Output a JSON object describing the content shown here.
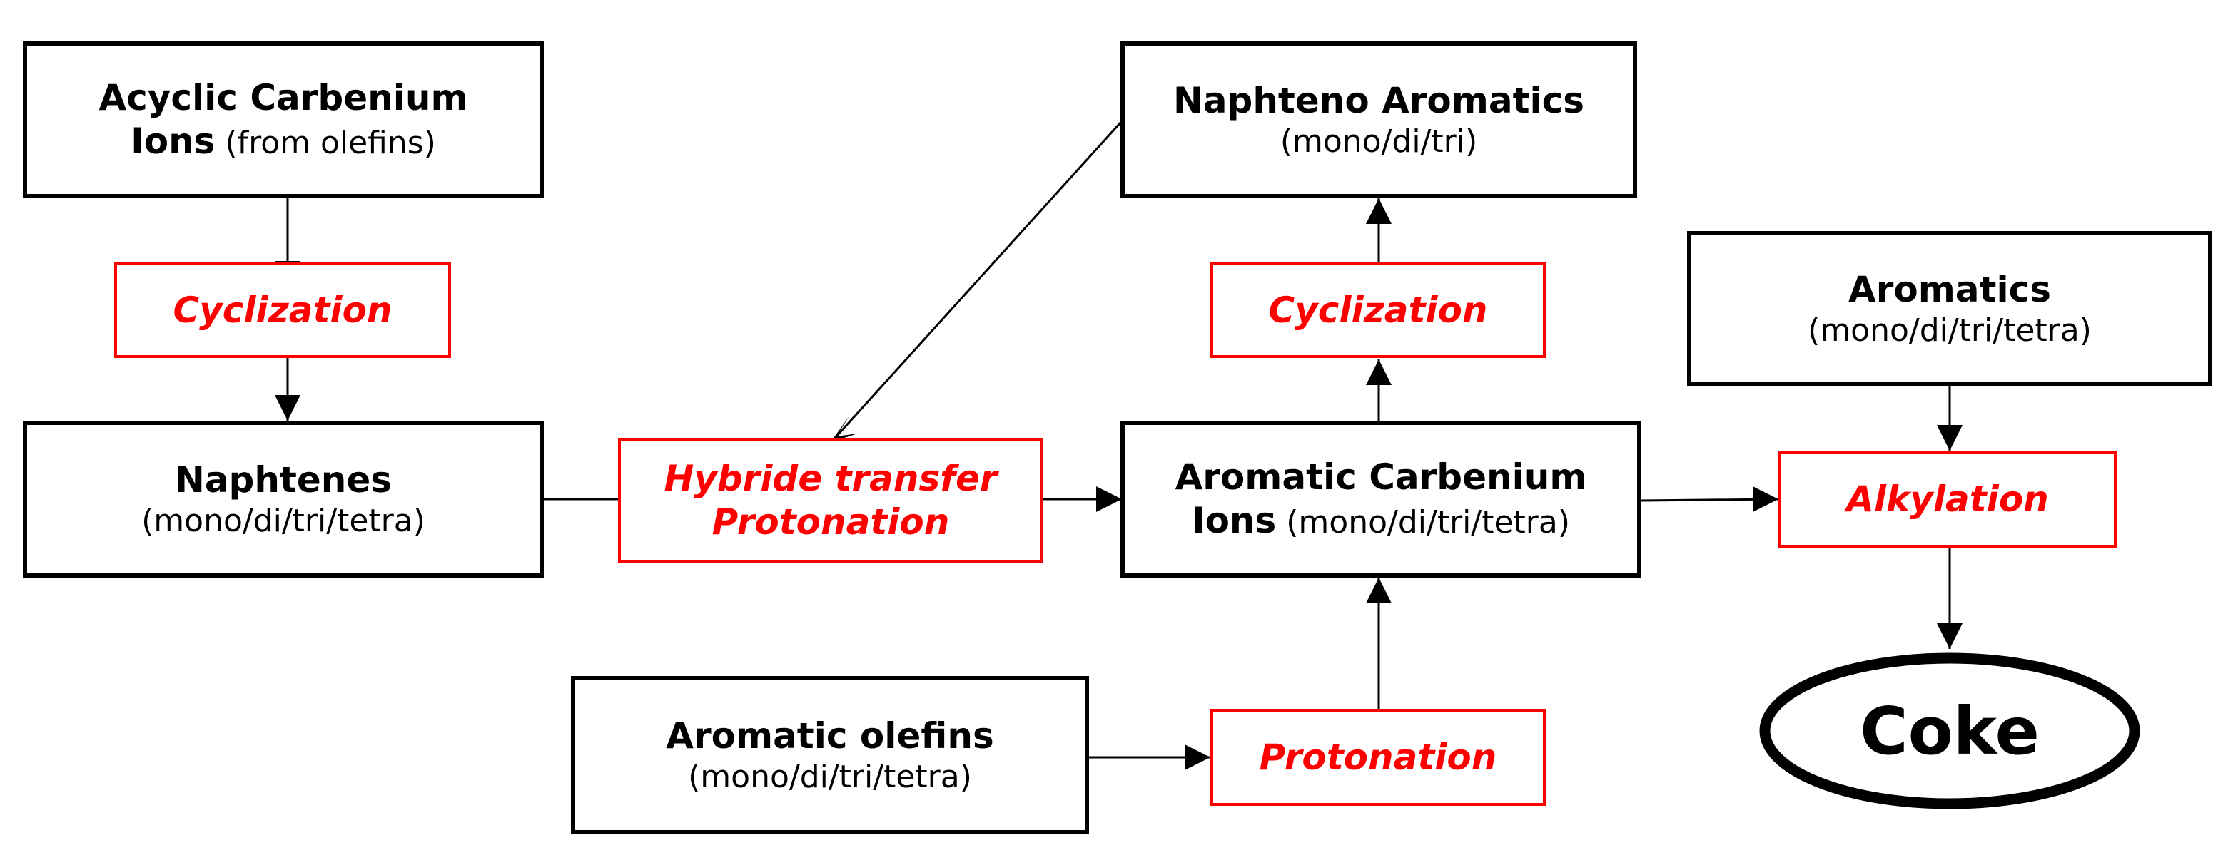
{
  "nodes": {
    "acyclic": {
      "line1": "Acyclic Carbenium",
      "line2_bold": "Ions",
      "line2_normal": " (from olefins)"
    },
    "cyclization_left": {
      "label": "Cyclization"
    },
    "naphtenes": {
      "line1": "Naphtenes",
      "line2": "(mono/di/tri/tetra)"
    },
    "hybride": {
      "line1": "Hybride transfer",
      "line2": "Protonation"
    },
    "naphteno_aromatics": {
      "line1": "Naphteno Aromatics",
      "line2": "(mono/di/tri)"
    },
    "cyclization_right": {
      "label": "Cyclization"
    },
    "aromatic_carbenium": {
      "line1": "Aromatic Carbenium",
      "line2_bold": "Ions",
      "line2_normal": " (mono/di/tri/tetra)"
    },
    "aromatic_olefins": {
      "line1": "Aromatic olefins",
      "line2": "(mono/di/tri/tetra)"
    },
    "protonation": {
      "label": "Protonation"
    },
    "aromatics": {
      "line1": "Aromatics",
      "line2": "(mono/di/tri/tetra)"
    },
    "alkylation": {
      "label": "Alkylation"
    },
    "coke": {
      "label": "Coke"
    }
  },
  "colors": {
    "process_text": "#ff0000",
    "process_border": "#ff0000",
    "species_border": "#000000",
    "arrow": "#000000"
  },
  "edges": [
    {
      "from": "acyclic",
      "to": "cyclization_left"
    },
    {
      "from": "cyclization_left",
      "to": "naphtenes"
    },
    {
      "from": "naphtenes",
      "to": "hybride"
    },
    {
      "from": "naphteno_aromatics",
      "to": "hybride"
    },
    {
      "from": "hybride",
      "to": "aromatic_carbenium"
    },
    {
      "from": "aromatic_carbenium",
      "to": "cyclization_right"
    },
    {
      "from": "cyclization_right",
      "to": "naphteno_aromatics"
    },
    {
      "from": "aromatic_olefins",
      "to": "protonation"
    },
    {
      "from": "protonation",
      "to": "aromatic_carbenium"
    },
    {
      "from": "aromatic_carbenium",
      "to": "alkylation"
    },
    {
      "from": "aromatics",
      "to": "alkylation"
    },
    {
      "from": "alkylation",
      "to": "coke"
    }
  ]
}
